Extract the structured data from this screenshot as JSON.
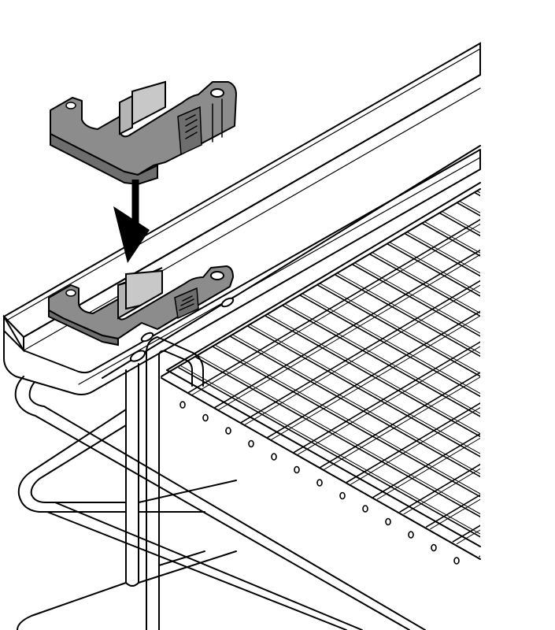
{
  "figure": {
    "kind": "assembly-instruction",
    "background": "#ffffff",
    "line_color": "#000000",
    "part_fill": "#8c8c8c",
    "part_shadow": "#6e6e6e",
    "part_face": "#b4b4b4",
    "arrow_direction": "down",
    "grid_columns": 22,
    "grid_rows": 14
  }
}
